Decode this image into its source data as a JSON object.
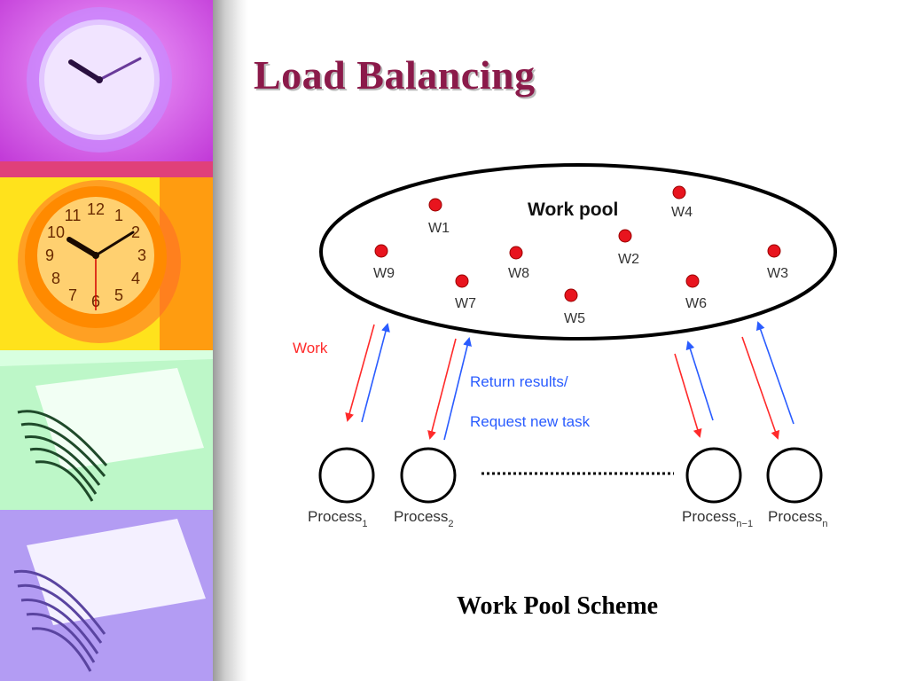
{
  "slide": {
    "title": "Load Balancing",
    "caption": "Work Pool Scheme"
  },
  "diagram": {
    "pool_label": "Work pool",
    "tasks": [
      "W1",
      "W4",
      "W2",
      "W9",
      "W8",
      "W3",
      "W7",
      "W6",
      "W5"
    ],
    "work_label": "Work",
    "return_label": "Return results/",
    "request_label": "Request new task",
    "process_base": "Process",
    "process_subscripts": [
      "1",
      "2",
      "n−1",
      "n"
    ],
    "colors": {
      "work_arrow": "#ff2a2a",
      "return_arrow": "#2a5cff",
      "task_dot": "#e8141e",
      "title": "#8b1a4a"
    }
  },
  "decor": {
    "images": [
      "clock-purple-icon",
      "clock-orange-icon",
      "papers-green-icon",
      "papers-lavender-icon"
    ],
    "clock_digits": [
      "12",
      "1",
      "2",
      "3",
      "4",
      "5",
      "6",
      "7",
      "8",
      "9",
      "10",
      "11"
    ]
  }
}
